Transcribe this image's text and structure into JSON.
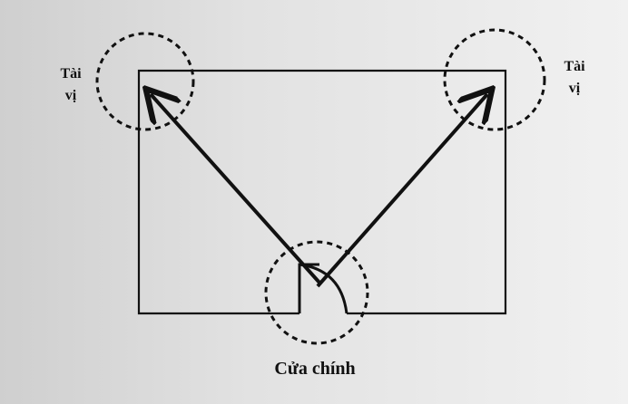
{
  "labels": {
    "left_alcove": [
      "Tài",
      "vị"
    ],
    "right_alcove": [
      "Tài",
      "vị"
    ],
    "main_door": "Cửa chính"
  },
  "colors": {
    "ink": "#111111",
    "background_left": "#cfcfcf",
    "background_right": "#f1f1f1"
  }
}
